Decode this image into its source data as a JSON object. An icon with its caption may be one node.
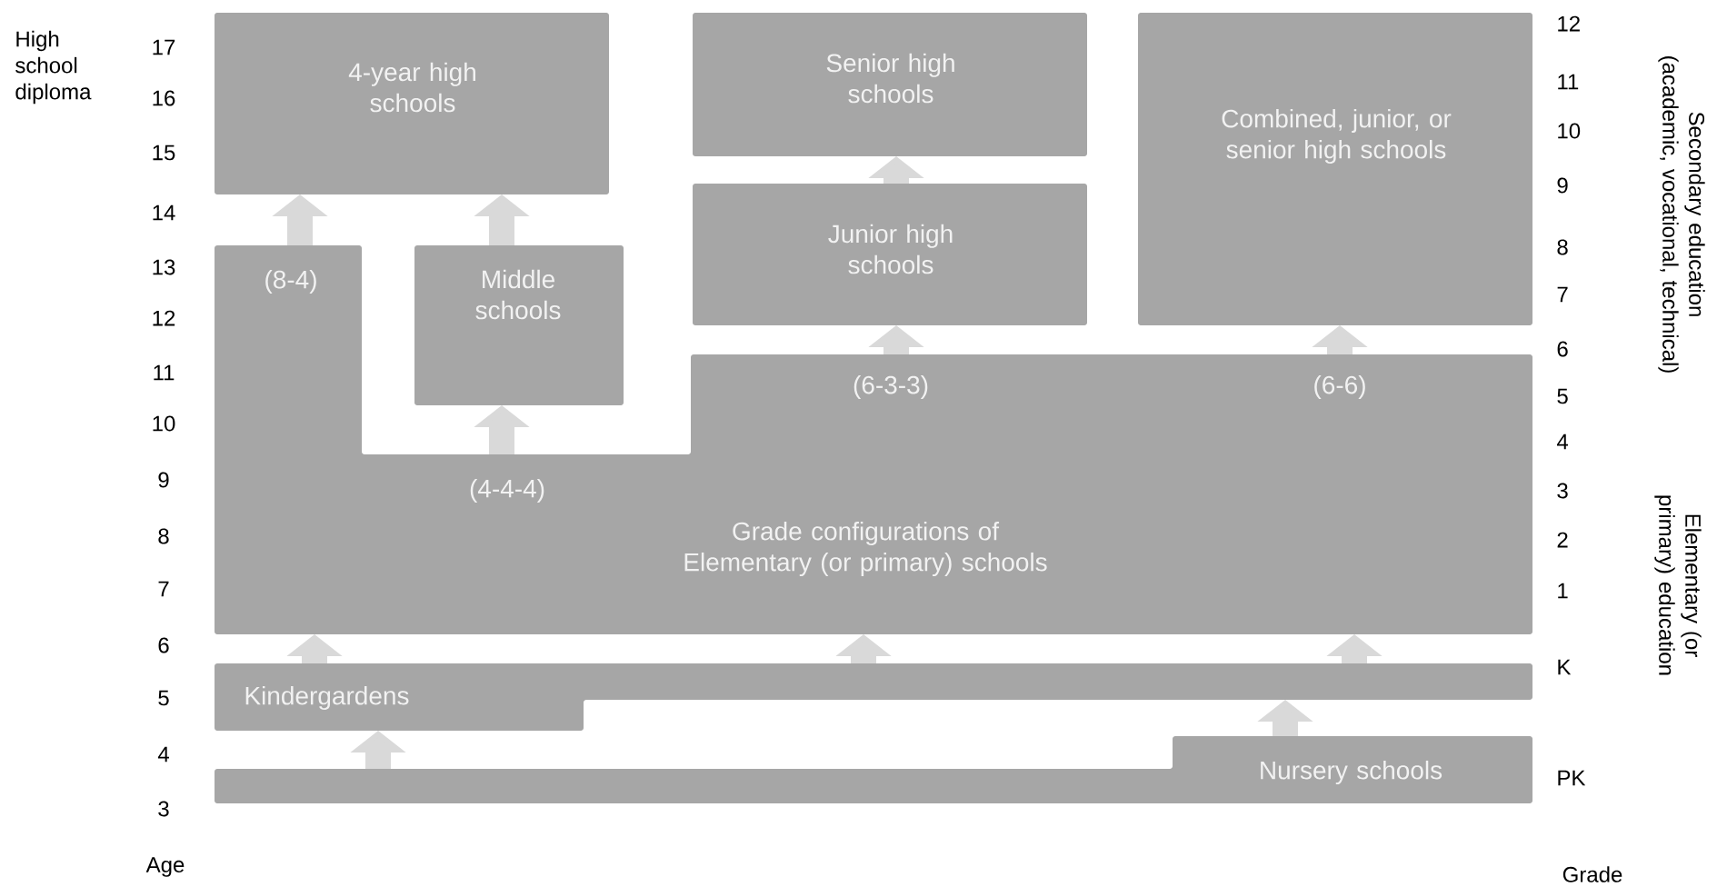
{
  "diagram": {
    "nodes": [
      {
        "text": [
          "4-year high schools"
        ]
      },
      {
        "text": [
          "Senior high schools"
        ]
      },
      {
        "text": [
          "Combined, junior, or senior high schools"
        ]
      },
      {
        "text": [
          "Junior high schools"
        ]
      },
      {
        "text": [
          "Middle schools"
        ]
      },
      {
        "text": [
          "(8-4)",
          "(4-4-4)",
          "(6-3-3)",
          "(6-6)",
          "Grade configurations of Elementary (or primary) schools"
        ]
      },
      {
        "text": [
          "Kindergardens"
        ]
      },
      {
        "text": [
          "Nursery schools"
        ]
      }
    ],
    "edges": [
      {
        "from": 5,
        "to": 0,
        "arrow": "to"
      },
      {
        "from": 4,
        "to": 0,
        "arrow": "to"
      },
      {
        "from": 5,
        "to": 4,
        "arrow": "to"
      },
      {
        "from": 3,
        "to": 1,
        "arrow": "to"
      },
      {
        "from": 5,
        "to": 3,
        "arrow": "to"
      },
      {
        "from": 5,
        "to": 2,
        "arrow": "to"
      },
      {
        "from": 6,
        "to": 5,
        "arrow": "to"
      },
      {
        "from": 6,
        "to": 5,
        "arrow": "to"
      },
      {
        "from": 6,
        "to": 5,
        "arrow": "to"
      },
      {
        "from": 7,
        "to": 6,
        "arrow": "to"
      },
      {
        "from": 7,
        "to": 6,
        "arrow": "to"
      }
    ],
    "labels": [
      "High school diploma",
      "17",
      "16",
      "15",
      "14",
      "13",
      "12",
      "11",
      "10",
      "9",
      "8",
      "7",
      "6",
      "5",
      "4",
      "3",
      "Age",
      "12",
      "11",
      "10",
      "9",
      "8",
      "7",
      "6",
      "5",
      "4",
      "3",
      "2",
      "1",
      "K",
      "PK",
      "Grade",
      "Secondary education (academic, vocational, technical)",
      "Elementary (or primary) education"
    ]
  }
}
